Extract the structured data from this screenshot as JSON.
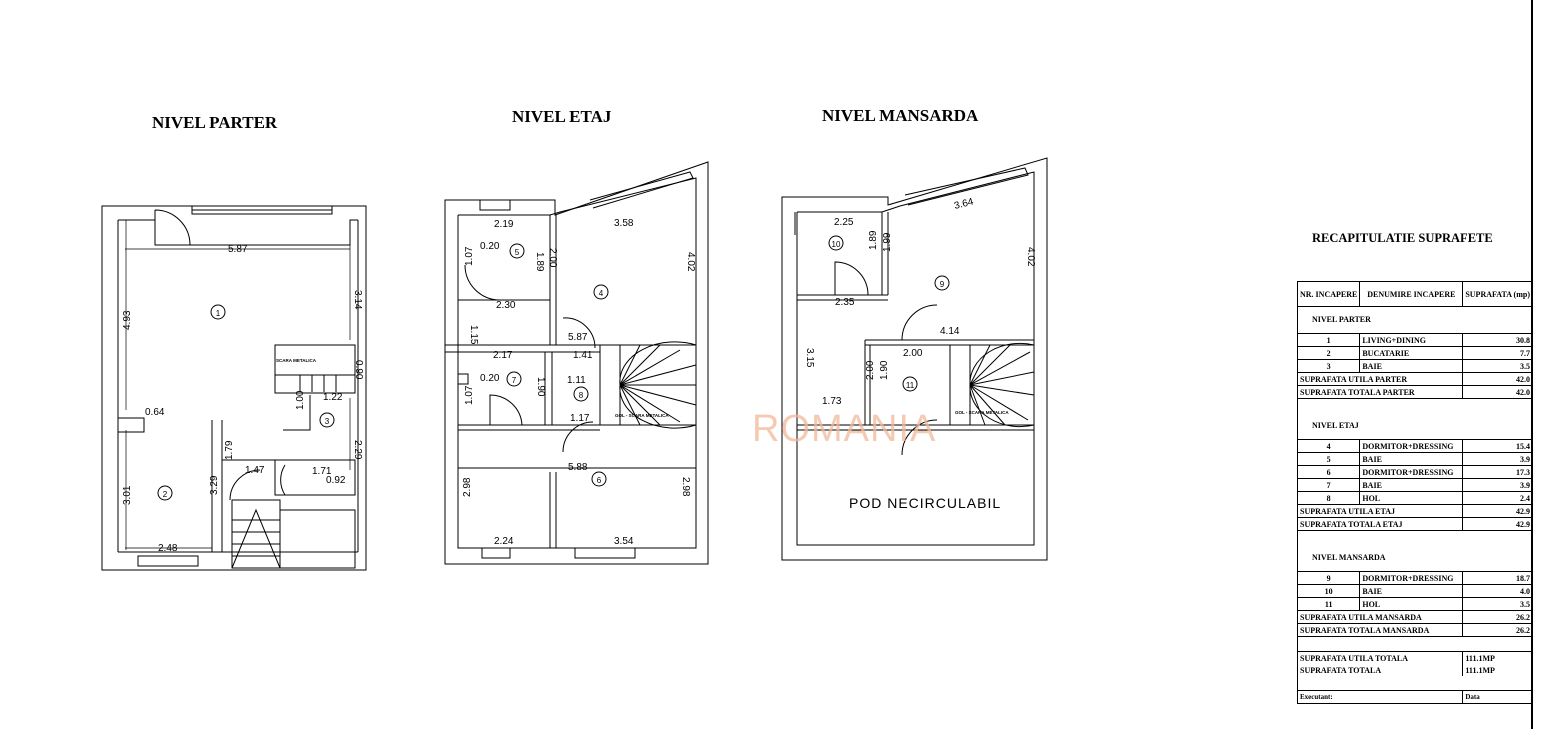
{
  "plans": {
    "parter_title": "NIVEL PARTER",
    "etaj_title": "NIVEL ETAJ",
    "mansarda_title": "NIVEL MANSARDA"
  },
  "watermark": "ROMANIA",
  "parter": {
    "dims": [
      "5.87",
      "4.93",
      "3.14",
      "0.90",
      "1.22",
      "1.00",
      "0.64",
      "3.01",
      "3.29",
      "1.79",
      "1.47",
      "1.71",
      "0.92",
      "2.29",
      "2.48"
    ],
    "rooms": [
      "1",
      "2",
      "3"
    ],
    "stair_label": "SCARA METALICA"
  },
  "etaj": {
    "dims": [
      "2.19",
      "3.58",
      "0.20",
      "1.07",
      "1.89",
      "2.00",
      "4.02",
      "2.30",
      "1.15",
      "5.87",
      "2.17",
      "1.41",
      "0.20",
      "1.07",
      "1.90",
      "1.11",
      "1.17",
      "5.88",
      "2.98",
      "2.98",
      "2.24",
      "3.54"
    ],
    "rooms": [
      "5",
      "4",
      "7",
      "8",
      "6"
    ],
    "stair_label": "GOL - SCARA METALICA"
  },
  "mansarda": {
    "dims": [
      "2.25",
      "3.64",
      "1.89",
      "1.99",
      "4.02",
      "2.35",
      "4.14",
      "3.15",
      "2.00",
      "2.00",
      "1.90",
      "1.73"
    ],
    "rooms": [
      "10",
      "9",
      "11"
    ],
    "stair_label": "GOL - SCARA METALICA",
    "pod": "POD NECIRCULABIL"
  },
  "recap": {
    "title": "RECAPITULATIE  SUPRAFETE",
    "col_nr": "NR. INCAPERE",
    "col_name": "DENUMIRE INCAPERE",
    "col_area": "SUPRAFATA (mp)",
    "parter_label": "NIVEL PARTER",
    "parter_rows": [
      {
        "nr": "1",
        "name": "LIVING+DINING",
        "val": "30.8"
      },
      {
        "nr": "2",
        "name": "BUCATARIE",
        "val": "7.7"
      },
      {
        "nr": "3",
        "name": "BAIE",
        "val": "3.5"
      }
    ],
    "parter_utila": "SUPRAFATA UTILA PARTER",
    "parter_utila_val": "42.0",
    "parter_totala": "SUPRAFATA TOTALA PARTER",
    "parter_totala_val": "42.0",
    "etaj_label": "NIVEL ETAJ",
    "etaj_rows": [
      {
        "nr": "4",
        "name": "DORMITOR+DRESSING",
        "val": "15.4"
      },
      {
        "nr": "5",
        "name": "BAIE",
        "val": "3.9"
      },
      {
        "nr": "6",
        "name": "DORMITOR+DRESSING",
        "val": "17.3"
      },
      {
        "nr": "7",
        "name": "BAIE",
        "val": "3.9"
      },
      {
        "nr": "8",
        "name": "HOL",
        "val": "2.4"
      }
    ],
    "etaj_utila": "SUPRAFATA UTILA ETAJ",
    "etaj_utila_val": "42.9",
    "etaj_totala": "SUPRAFATA TOTALA ETAJ",
    "etaj_totala_val": "42.9",
    "mansarda_label": "NIVEL MANSARDA",
    "mansarda_rows": [
      {
        "nr": "9",
        "name": "DORMITOR+DRESSING",
        "val": "18.7"
      },
      {
        "nr": "10",
        "name": "BAIE",
        "val": "4.0"
      },
      {
        "nr": "11",
        "name": "HOL",
        "val": "3.5"
      }
    ],
    "mansarda_utila": "SUPRAFATA UTILA MANSARDA",
    "mansarda_utila_val": "26.2",
    "mansarda_totala": "SUPRAFATA TOTALA MANSARDA",
    "mansarda_totala_val": "26.2",
    "total_utila": "SUPRAFATA UTILA TOTALA",
    "total_utila_val": "111.1MP",
    "total": "SUPRAFATA  TOTALA",
    "total_val": "111.1MP",
    "executant": "Executant:",
    "data": "Data"
  }
}
